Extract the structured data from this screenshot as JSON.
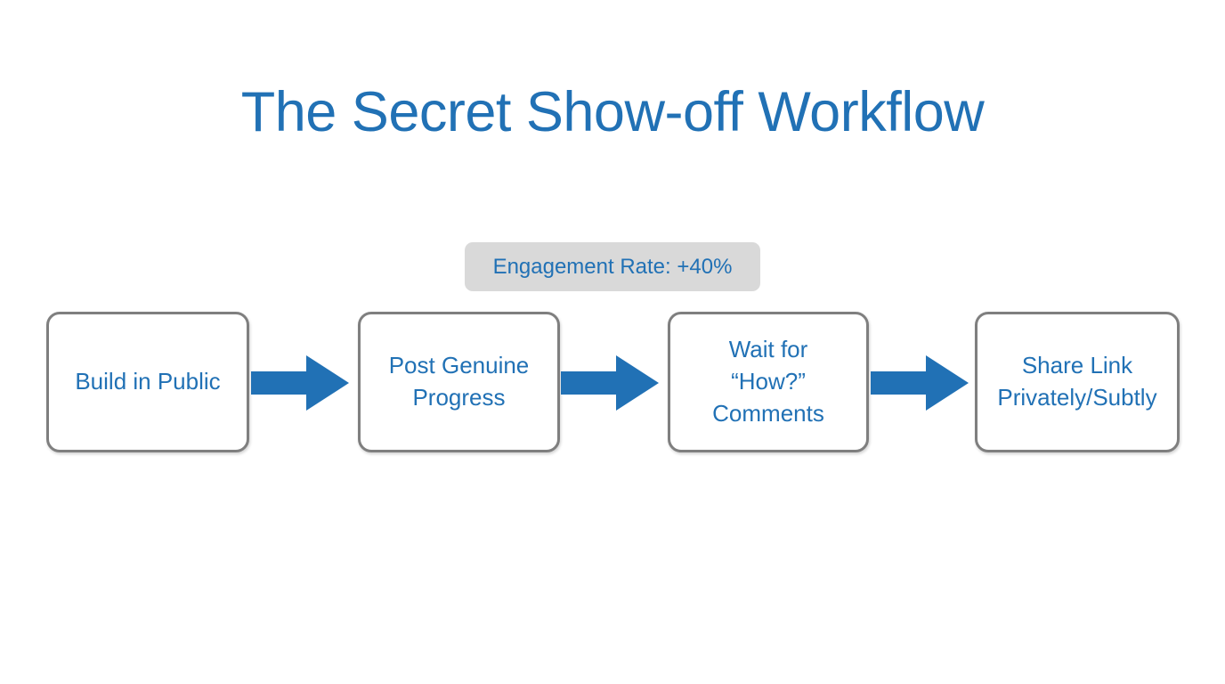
{
  "slide": {
    "title": "The Secret Show-off Workflow",
    "background_color": "#ffffff",
    "accent_color": "#2171b5",
    "border_color": "#7f7f7f",
    "badge_bg_color": "#d9d9d9"
  },
  "badge": {
    "label": "Engagement Rate: +40%"
  },
  "flow": {
    "steps": [
      {
        "label": "Build in Public"
      },
      {
        "label": "Post Genuine\nProgress"
      },
      {
        "label": "Wait for\n“How?”\nComments"
      },
      {
        "label": "Share Link\nPrivately/Subtly"
      }
    ],
    "arrows": [
      {
        "name": "arrow-step1-to-step2",
        "direction": "right",
        "color": "#2171b5"
      },
      {
        "name": "arrow-step2-to-step3",
        "direction": "right",
        "color": "#2171b5"
      },
      {
        "name": "arrow-step3-to-step4",
        "direction": "right",
        "color": "#2171b5"
      }
    ]
  }
}
